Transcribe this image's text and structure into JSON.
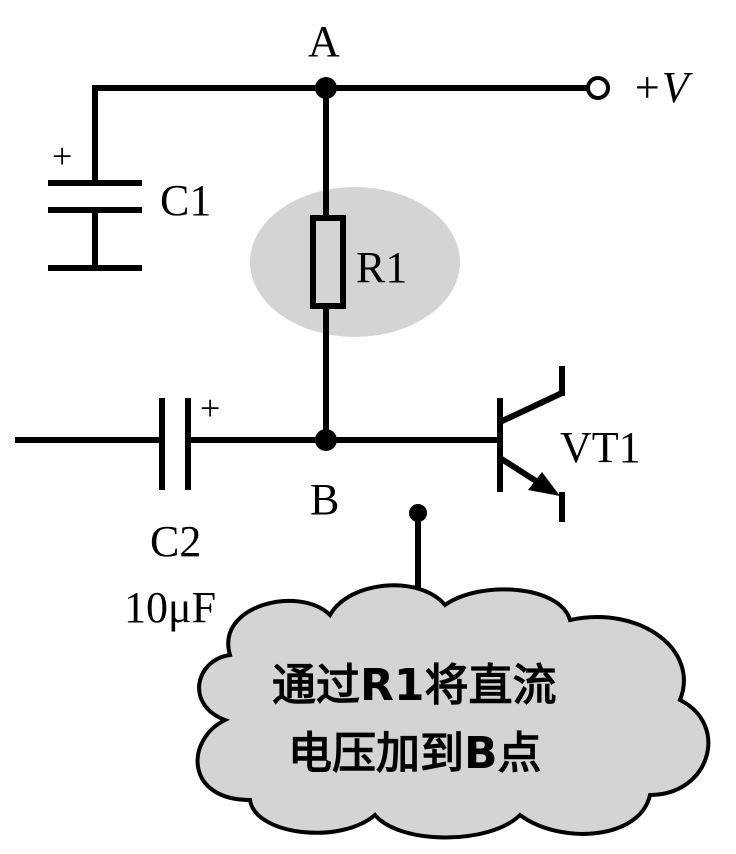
{
  "labels": {
    "node_a": "A",
    "node_b": "B",
    "supply": "+V",
    "c1": "C1",
    "r1": "R1",
    "vt1": "VT1",
    "c2": "C2",
    "c2_value": "10μF",
    "c1_polarity": "+",
    "c2_polarity": "+"
  },
  "callout": {
    "line1": "通过R1将直流",
    "line2": "电压加到B点"
  },
  "colors": {
    "highlight": "#d4d4d4",
    "callout_fill": "#d4d4d4",
    "wire": "#000000"
  }
}
